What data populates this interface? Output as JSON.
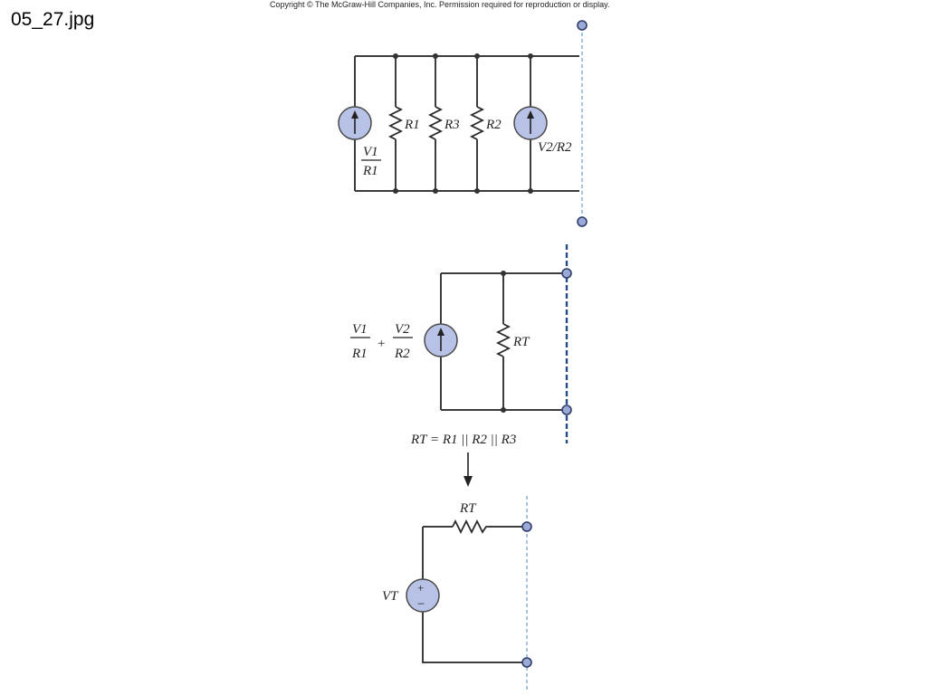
{
  "slide": {
    "title": "05_27.jpg",
    "copyright": "Copyright © The McGraw-Hill Companies, Inc. Permission required for reproduction or display."
  },
  "top_circuit": {
    "resistors": [
      "R1",
      "R3",
      "R2"
    ],
    "source_left_label": {
      "numerator": "V1",
      "denominator": "R1"
    },
    "source_right_label": "V2/R2"
  },
  "middle_circuit": {
    "source_label": {
      "term1_num": "V1",
      "term1_den": "R1",
      "plus": "+",
      "term2_num": "V2",
      "term2_den": "R2"
    },
    "resistor": "RT",
    "equation": "RT = R1 || R2 || R3"
  },
  "bottom_circuit": {
    "resistor": "RT",
    "source": "VT",
    "plus_sign": "+",
    "minus_sign": "−"
  },
  "colors": {
    "source_fill": "#b8c2e6",
    "terminal_fill": "#9aa9d6",
    "dash_blue": "#274d86",
    "dash_light": "#6a9ccf"
  }
}
